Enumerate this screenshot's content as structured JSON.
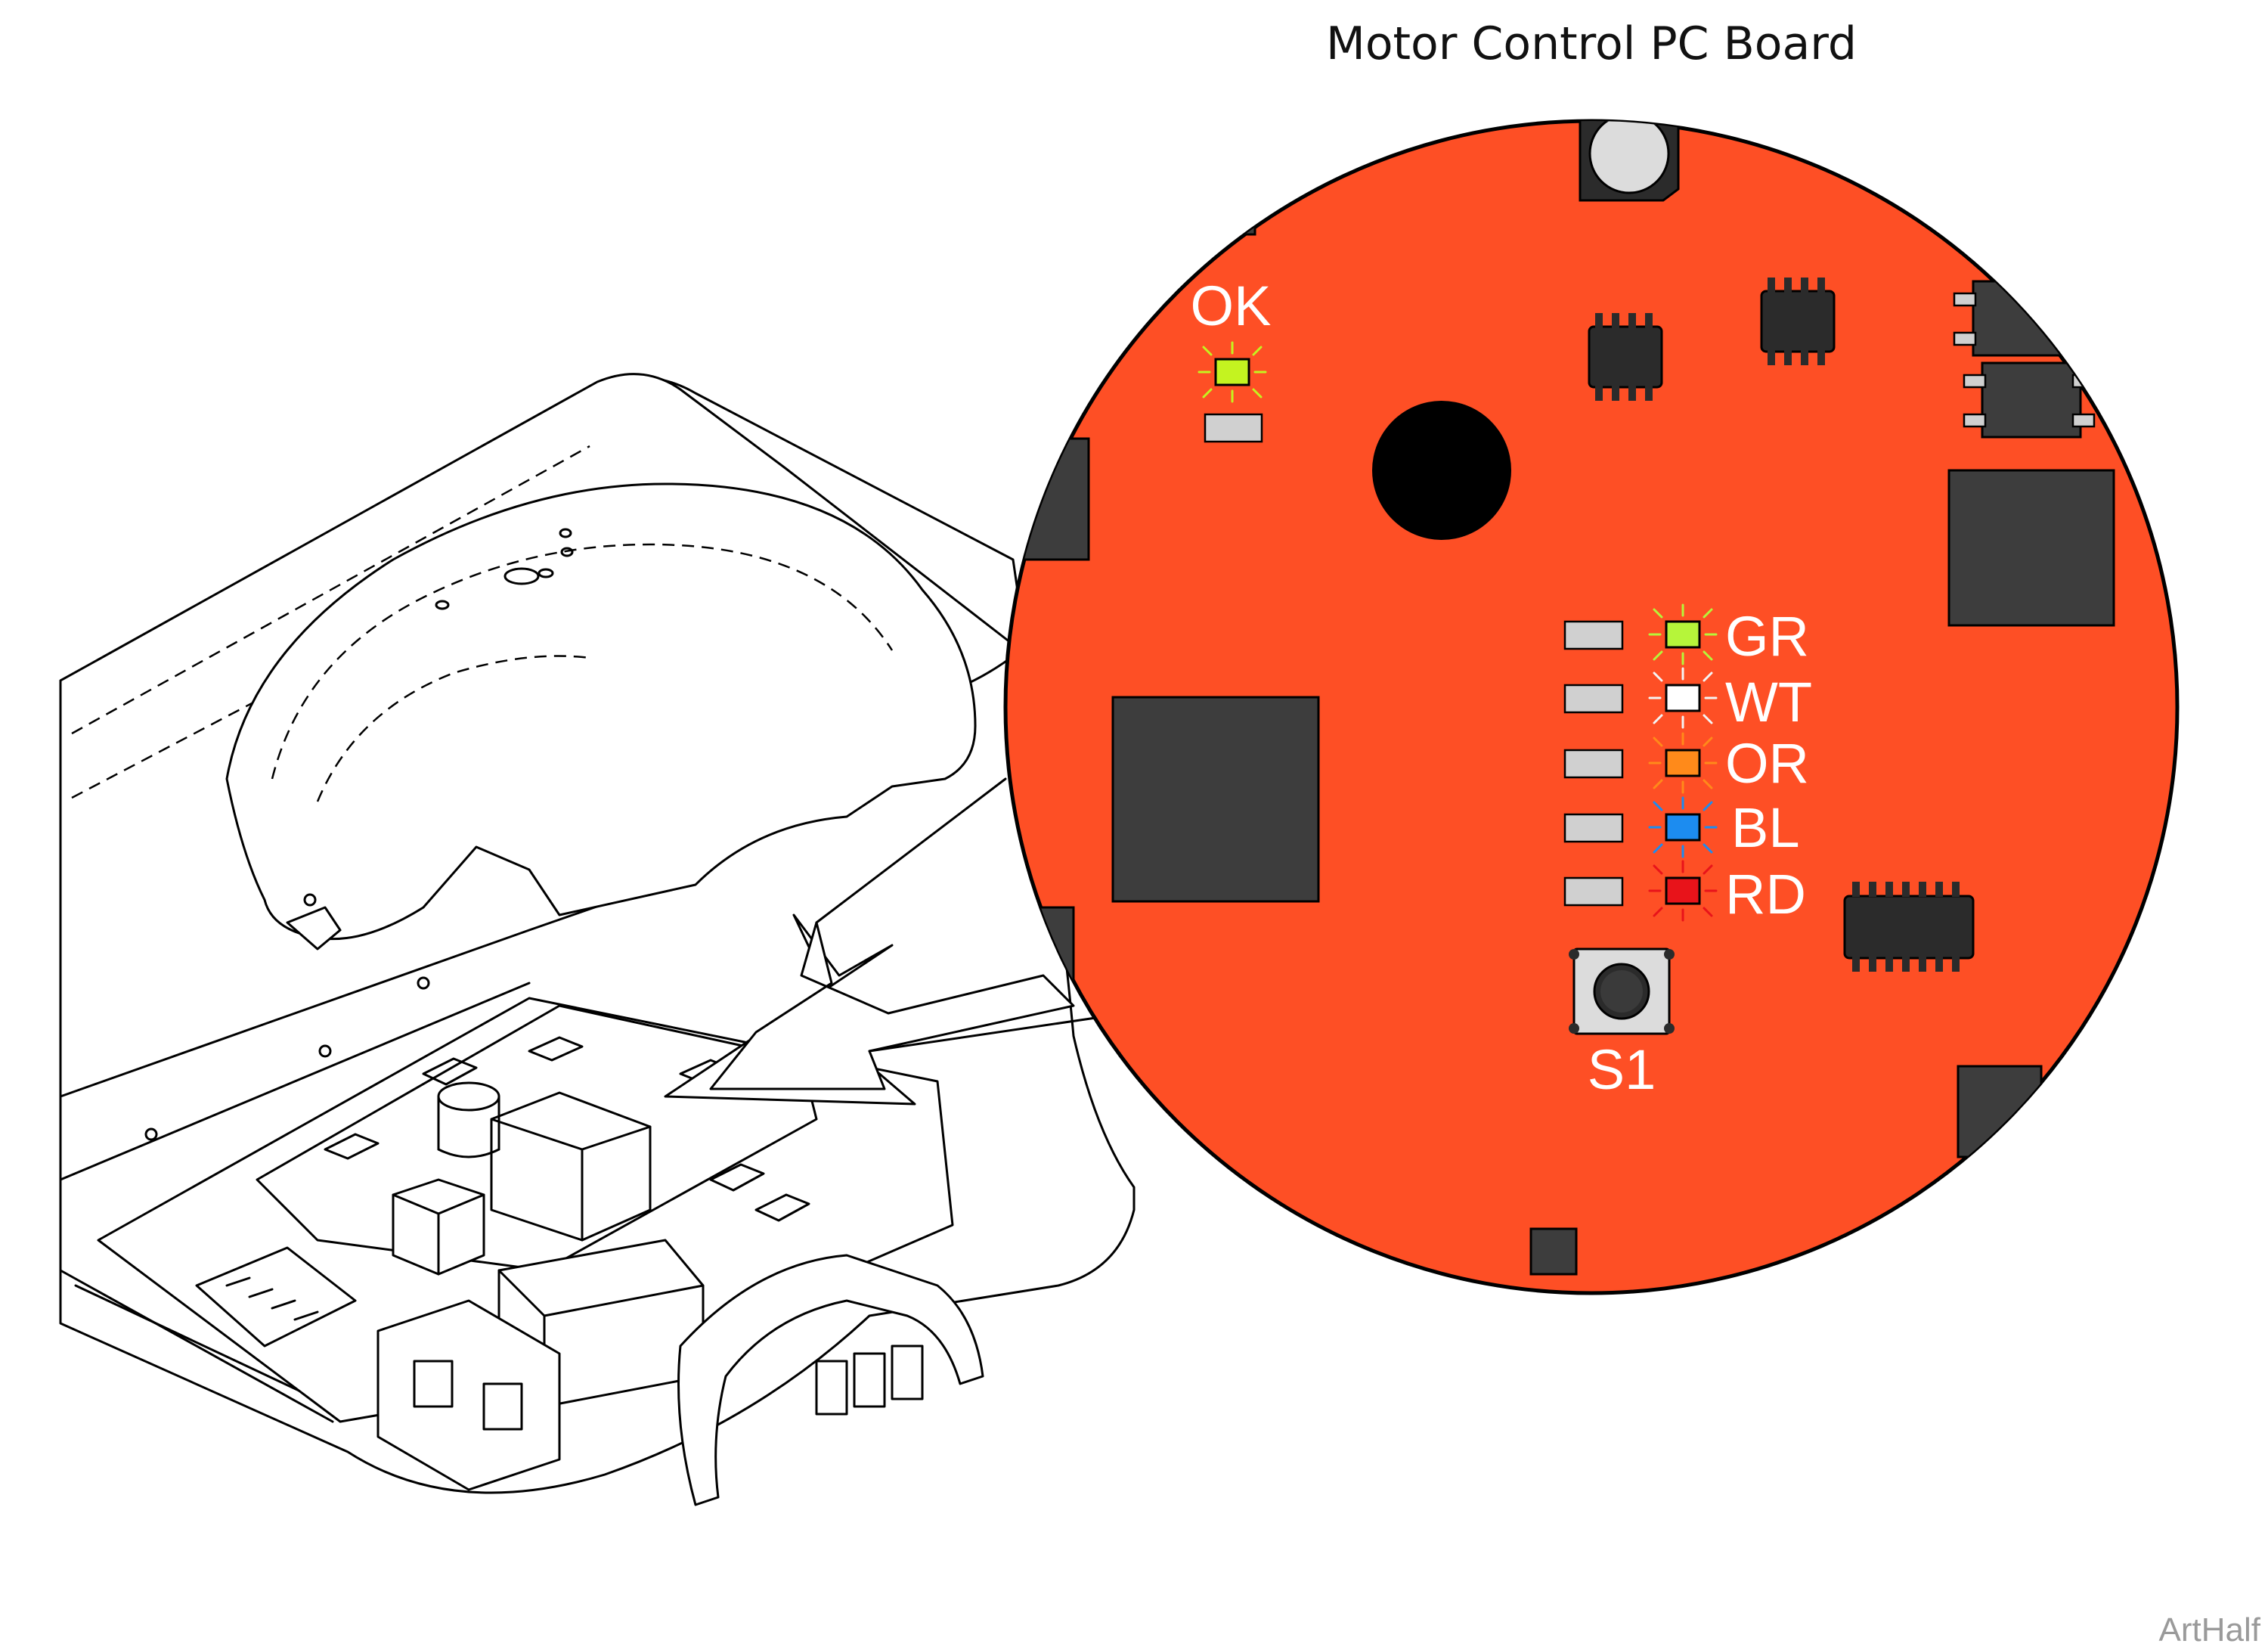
{
  "title": "Motor Control PC Board",
  "board": {
    "color": "#fe4f25"
  },
  "ok_led": {
    "label": "OK",
    "color": "#c4f320"
  },
  "status_leds": [
    {
      "label": "GR",
      "color": "#b6f53a"
    },
    {
      "label": "WT",
      "color": "#ffffff"
    },
    {
      "label": "OR",
      "color": "#ff8a1a"
    },
    {
      "label": "BL",
      "color": "#1c8cf0"
    },
    {
      "label": "RD",
      "color": "#e8131a"
    }
  ],
  "switch": {
    "label": "S1"
  },
  "credit": "ArtHalf"
}
